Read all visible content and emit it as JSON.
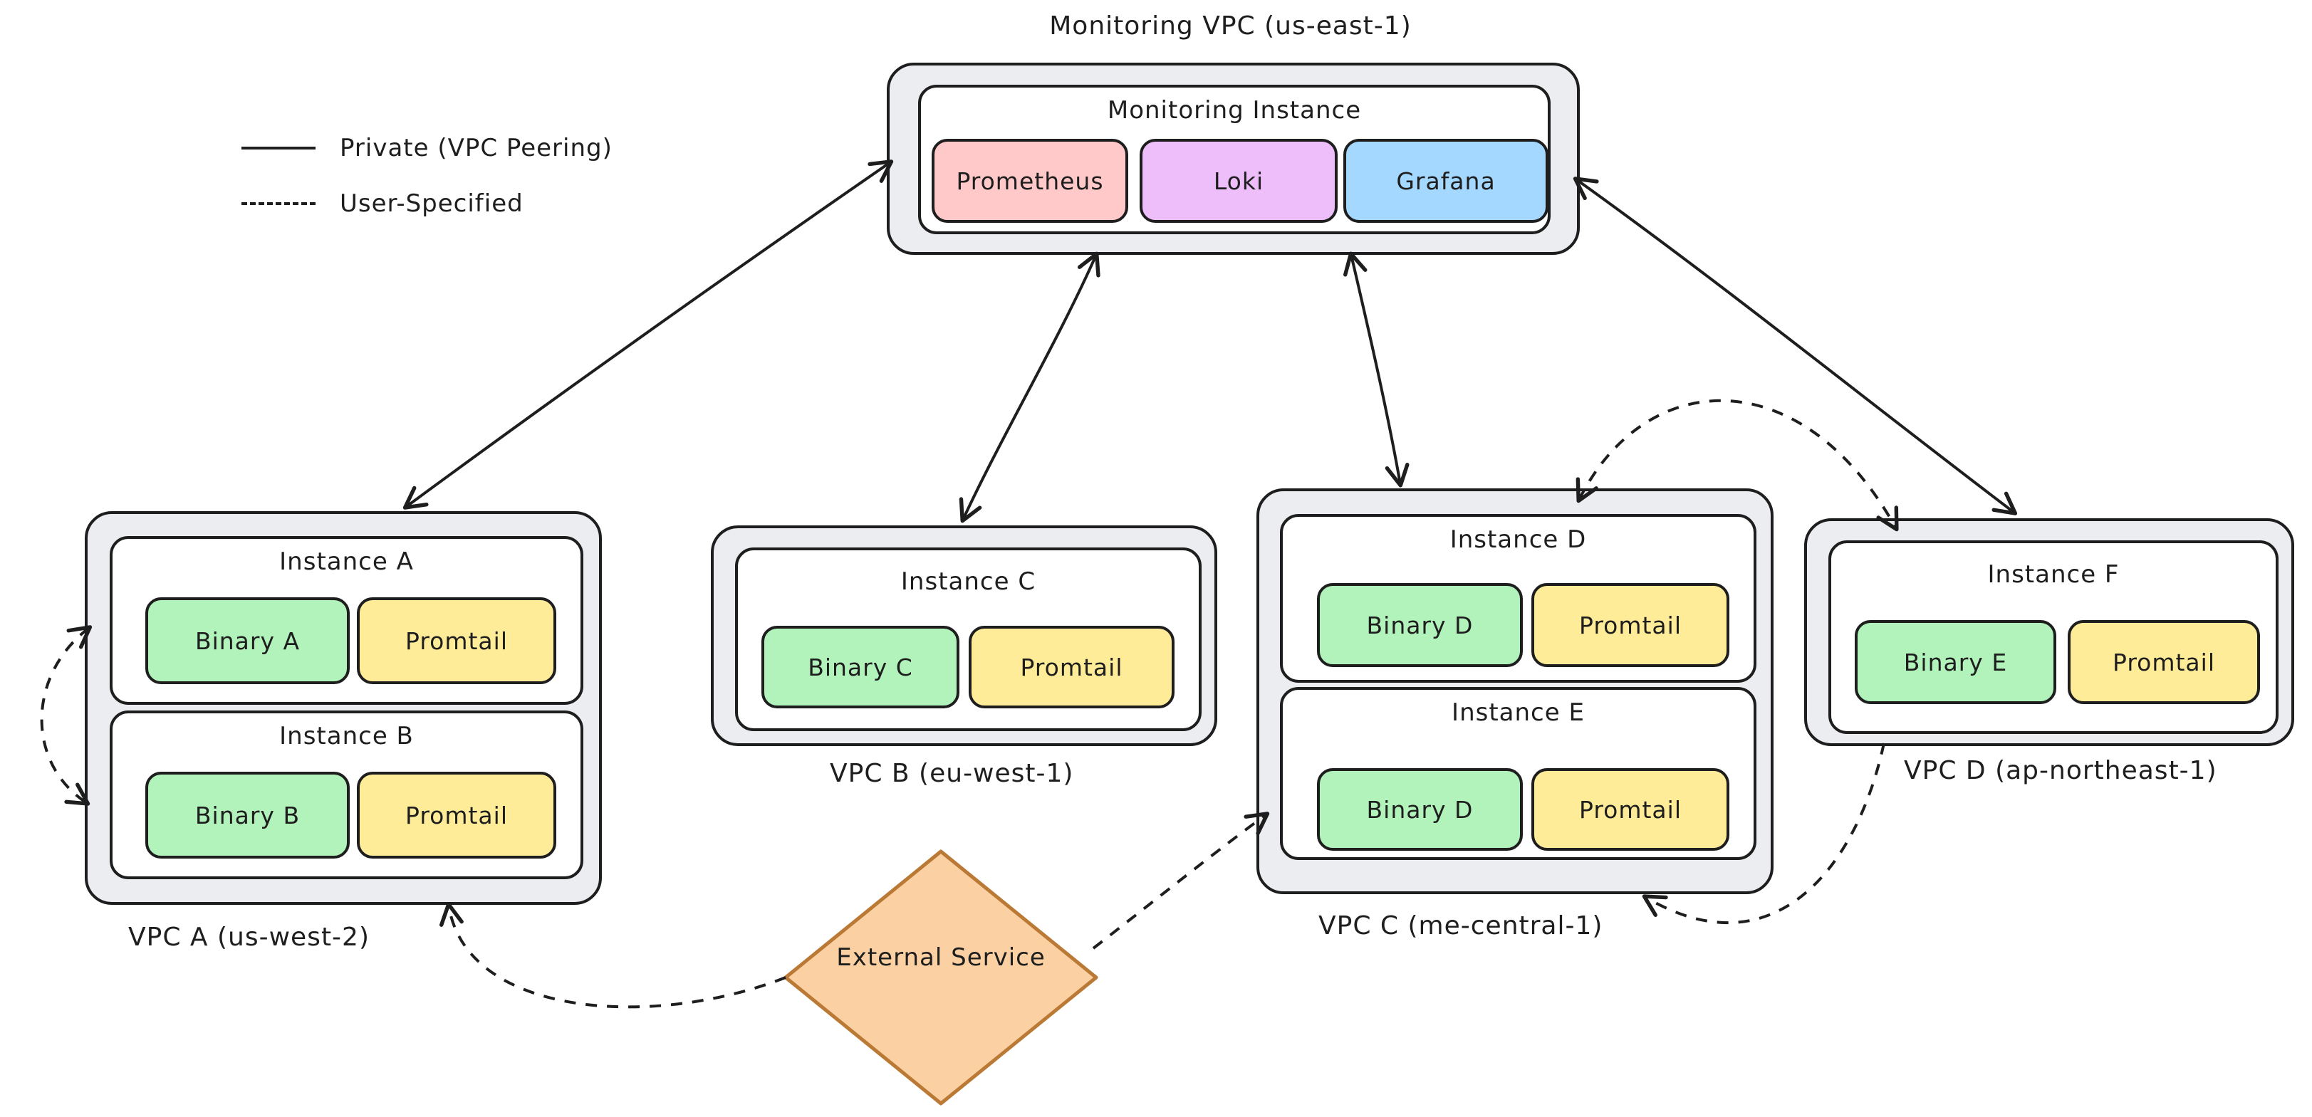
{
  "legend": {
    "private_label": "Private (VPC Peering)",
    "user_label": "User-Specified"
  },
  "monitoring": {
    "vpc_title": "Monitoring VPC (us-east-1)",
    "instance_title": "Monitoring Instance",
    "services": [
      {
        "name": "Prometheus",
        "color": "#ffc9c9"
      },
      {
        "name": "Loki",
        "color": "#eebefa"
      },
      {
        "name": "Grafana",
        "color": "#a5d8ff"
      }
    ]
  },
  "vpcs": [
    {
      "label": "VPC A (us-west-2)",
      "instances": [
        {
          "name": "Instance A",
          "binary": "Binary A",
          "agent": "Promtail"
        },
        {
          "name": "Instance B",
          "binary": "Binary B",
          "agent": "Promtail"
        }
      ]
    },
    {
      "label": "VPC B (eu-west-1)",
      "instances": [
        {
          "name": "Instance C",
          "binary": "Binary C",
          "agent": "Promtail"
        }
      ]
    },
    {
      "label": "VPC C (me-central-1)",
      "instances": [
        {
          "name": "Instance D",
          "binary": "Binary D",
          "agent": "Promtail"
        },
        {
          "name": "Instance E",
          "binary": "Binary D",
          "agent": "Promtail"
        }
      ]
    },
    {
      "label": "VPC D (ap-northeast-1)",
      "instances": [
        {
          "name": "Instance F",
          "binary": "Binary E",
          "agent": "Promtail"
        }
      ]
    }
  ],
  "external": {
    "label": "External Service"
  },
  "connections": [
    {
      "from": "Monitoring Instance",
      "to": "VPC A",
      "type": "private-vpc-peering",
      "style": "solid-double-arrow"
    },
    {
      "from": "Monitoring Instance",
      "to": "VPC B",
      "type": "private-vpc-peering",
      "style": "solid-double-arrow"
    },
    {
      "from": "Monitoring Instance",
      "to": "VPC C",
      "type": "private-vpc-peering",
      "style": "solid-double-arrow"
    },
    {
      "from": "Monitoring Instance",
      "to": "VPC D",
      "type": "private-vpc-peering",
      "style": "solid-double-arrow"
    },
    {
      "from": "Instance A",
      "to": "Instance B",
      "type": "user-specified",
      "style": "dashed-double-arrow"
    },
    {
      "from": "External Service",
      "to": "VPC A",
      "type": "user-specified",
      "style": "dashed-arrow"
    },
    {
      "from": "External Service",
      "to": "VPC C",
      "type": "user-specified",
      "style": "dashed-arrow"
    },
    {
      "from": "Instance F",
      "to": "Instance D",
      "type": "user-specified",
      "style": "dashed-double-arrow"
    },
    {
      "from": "Instance F",
      "to": "VPC C",
      "type": "user-specified",
      "style": "dashed-arrow"
    }
  ],
  "colors": {
    "stroke": "#1e1e1e",
    "vpc_fill": "#ebedf0",
    "instance_fill": "#ffffff",
    "binary_fill": "#b2f2bb",
    "promtail_fill": "#ffec99",
    "prometheus_fill": "#ffc9c9",
    "loki_fill": "#eebefa",
    "grafana_fill": "#a5d8ff",
    "external_fill": "#fbd0a2",
    "external_stroke": "#ba7a35"
  }
}
